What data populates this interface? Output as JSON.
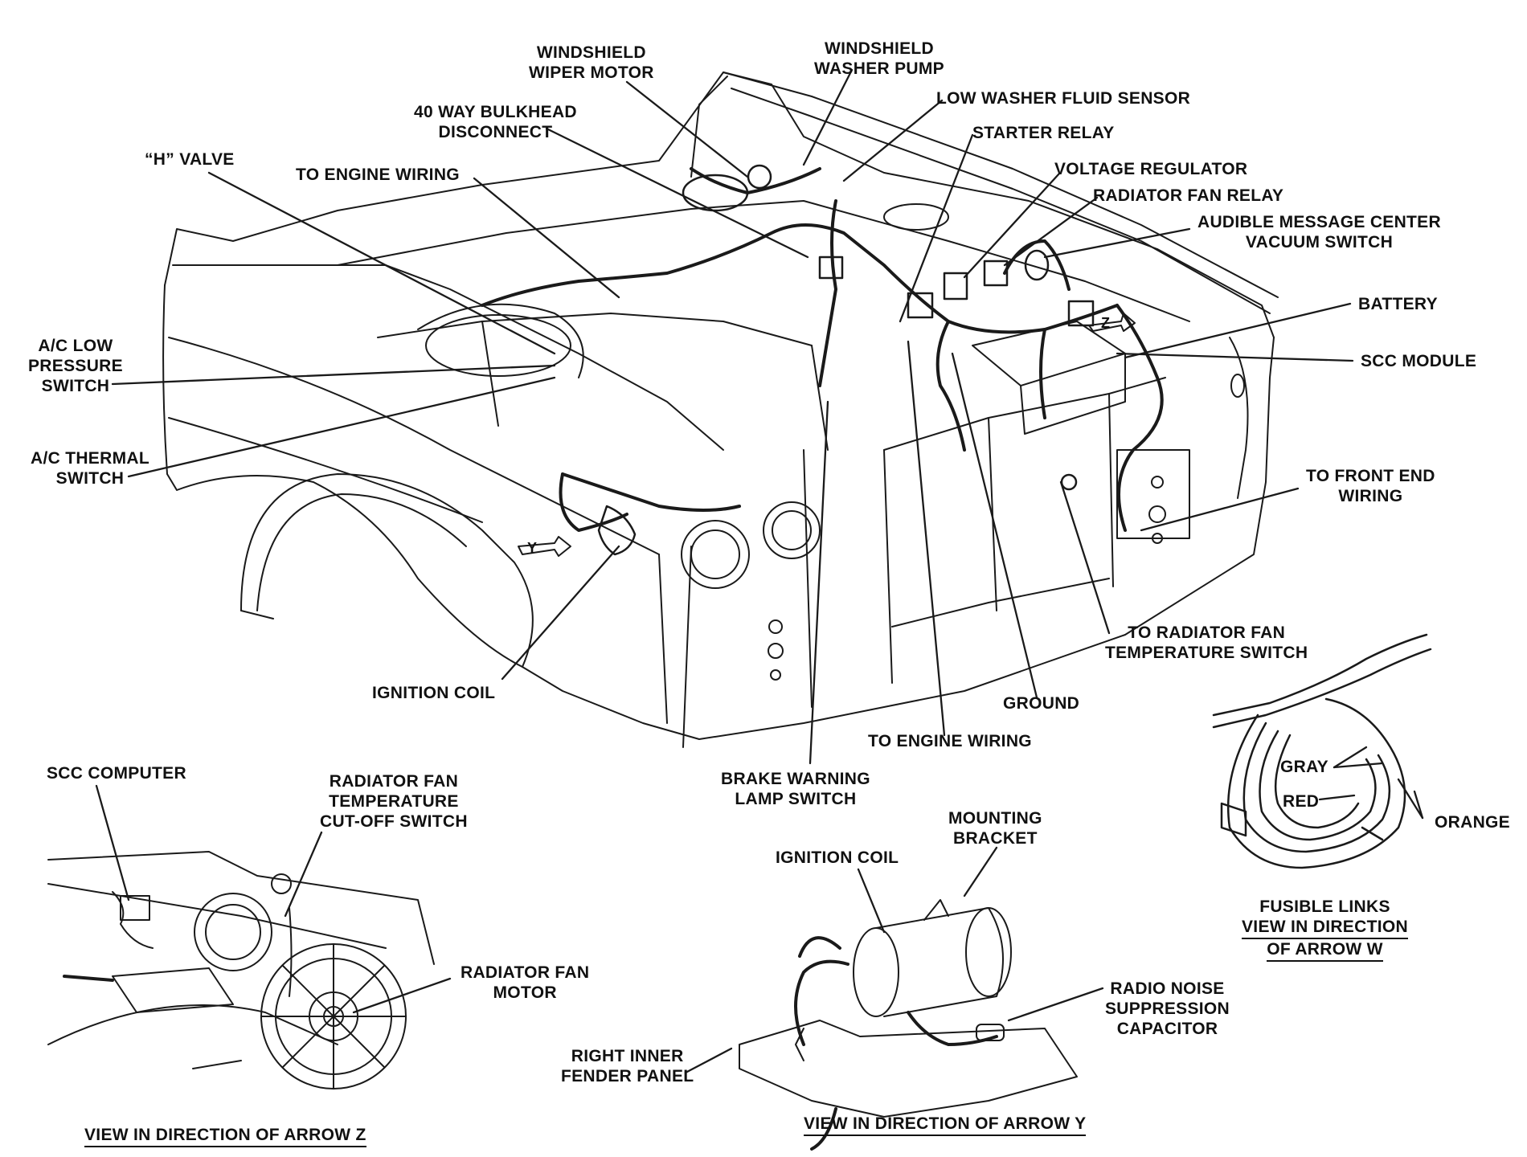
{
  "main_labels": {
    "windshield_wiper_motor": [
      "WINDSHIELD",
      "WIPER MOTOR"
    ],
    "windshield_washer_pump": [
      "WINDSHIELD",
      "WASHER PUMP"
    ],
    "low_washer_fluid_sensor": "LOW WASHER FLUID SENSOR",
    "bulkhead_disconnect": [
      "40 WAY BULKHEAD",
      "DISCONNECT"
    ],
    "starter_relay": "STARTER RELAY",
    "h_valve": "“H” VALVE",
    "to_engine_wiring_top": "TO ENGINE WIRING",
    "voltage_regulator": "VOLTAGE REGULATOR",
    "radiator_fan_relay": "RADIATOR FAN RELAY",
    "audible_message_center": [
      "AUDIBLE MESSAGE CENTER",
      "VACUUM SWITCH"
    ],
    "battery": "BATTERY",
    "scc_module": "SCC MODULE",
    "ac_low_pressure_switch": [
      "A/C LOW",
      "PRESSURE",
      "SWITCH"
    ],
    "ac_thermal_switch": [
      "A/C THERMAL",
      "SWITCH"
    ],
    "to_front_end_wiring": [
      "TO FRONT END",
      "WIRING"
    ],
    "to_radiator_fan_temp_switch": [
      "TO RADIATOR FAN",
      "TEMPERATURE SWITCH"
    ],
    "ignition_coil_main": "IGNITION COIL",
    "ground": "GROUND",
    "to_engine_wiring_bottom": "TO ENGINE WIRING",
    "brake_warning_lamp_switch": [
      "BRAKE WARNING",
      "LAMP SWITCH"
    ]
  },
  "markers": {
    "arrow_y": "Y",
    "arrow_z": "Z"
  },
  "inset_z": {
    "scc_computer": "SCC COMPUTER",
    "fan_cutoff_switch": [
      "RADIATOR FAN",
      "TEMPERATURE",
      "CUT-OFF SWITCH"
    ],
    "fan_motor": [
      "RADIATOR FAN",
      "MOTOR"
    ],
    "caption": "VIEW IN DIRECTION OF ARROW Z"
  },
  "inset_y": {
    "mounting_bracket": [
      "MOUNTING",
      "BRACKET"
    ],
    "ignition_coil": "IGNITION COIL",
    "capacitor": [
      "RADIO NOISE",
      "SUPPRESSION",
      "CAPACITOR"
    ],
    "fender_panel": [
      "RIGHT INNER",
      "FENDER PANEL"
    ],
    "caption": "VIEW IN DIRECTION OF ARROW Y"
  },
  "inset_w": {
    "gray": "GRAY",
    "red": "RED",
    "orange": "ORANGE",
    "caption": [
      "FUSIBLE LINKS",
      "VIEW IN DIRECTION",
      "OF ARROW W"
    ]
  }
}
